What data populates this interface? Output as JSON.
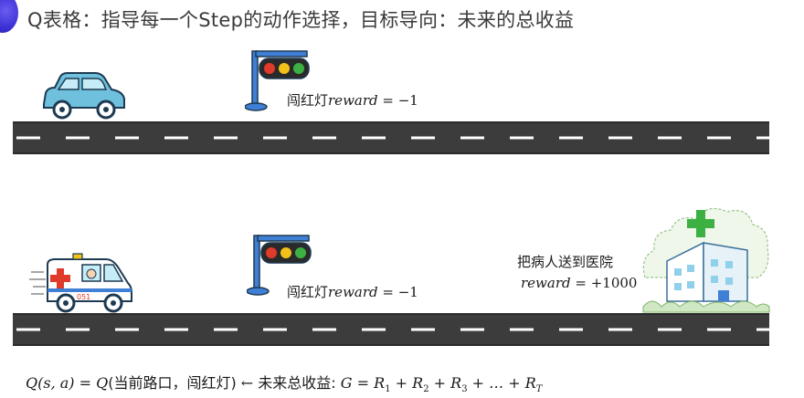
{
  "title": "Q表格：指导每一个Step的动作选择，目标导向：未来的总收益",
  "scene1": {
    "penalty_label_cn": "闯红灯",
    "penalty_label_math": "reward",
    "penalty_value": "= −1"
  },
  "scene2": {
    "penalty_label_cn": "闯红灯",
    "penalty_label_math": "reward",
    "penalty_value": "= −1",
    "hospital_text": "把病人送到医院",
    "hospital_reward_math": "reward",
    "hospital_reward_value": "= +1000",
    "ambulance_plate": "051"
  },
  "formula": {
    "lhs": "Q(s, a) = Q",
    "args_cn": "(当前路口，闯红灯)",
    "arrow": " ← ",
    "future_cn": "未来总收益: ",
    "g": "G = R",
    "sub1": "1",
    "plus2": " + R",
    "sub2": "2",
    "plus3": " + R",
    "sub3": "3",
    "rest": " + … + R",
    "subT": "T"
  },
  "colors": {
    "road": "#3c3c3c",
    "pole": "#3f7fd6",
    "red": "#e03a2a",
    "yellow": "#f2c21a",
    "green": "#3cb043",
    "car": "#6fc0dd",
    "accent": "#3b2fd4"
  }
}
